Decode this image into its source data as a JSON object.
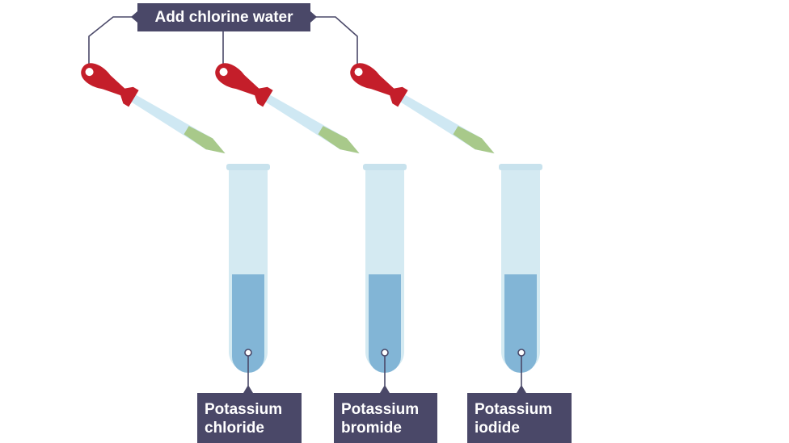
{
  "instruction_label": "Add chlorine water",
  "tubes": [
    {
      "line1": "Potassium",
      "line2": "chloride"
    },
    {
      "line1": "Potassium",
      "line2": "bromide"
    },
    {
      "line1": "Potassium",
      "line2": "iodide"
    }
  ],
  "colors": {
    "label_bg": "#4a4868",
    "dropper_bulb": "#c41e2a",
    "dropper_glass": "#cfe8f3",
    "chlorine_water": "#a8c98a",
    "tube_glass": "#d4eaf2",
    "solution": "#82b5d6"
  }
}
